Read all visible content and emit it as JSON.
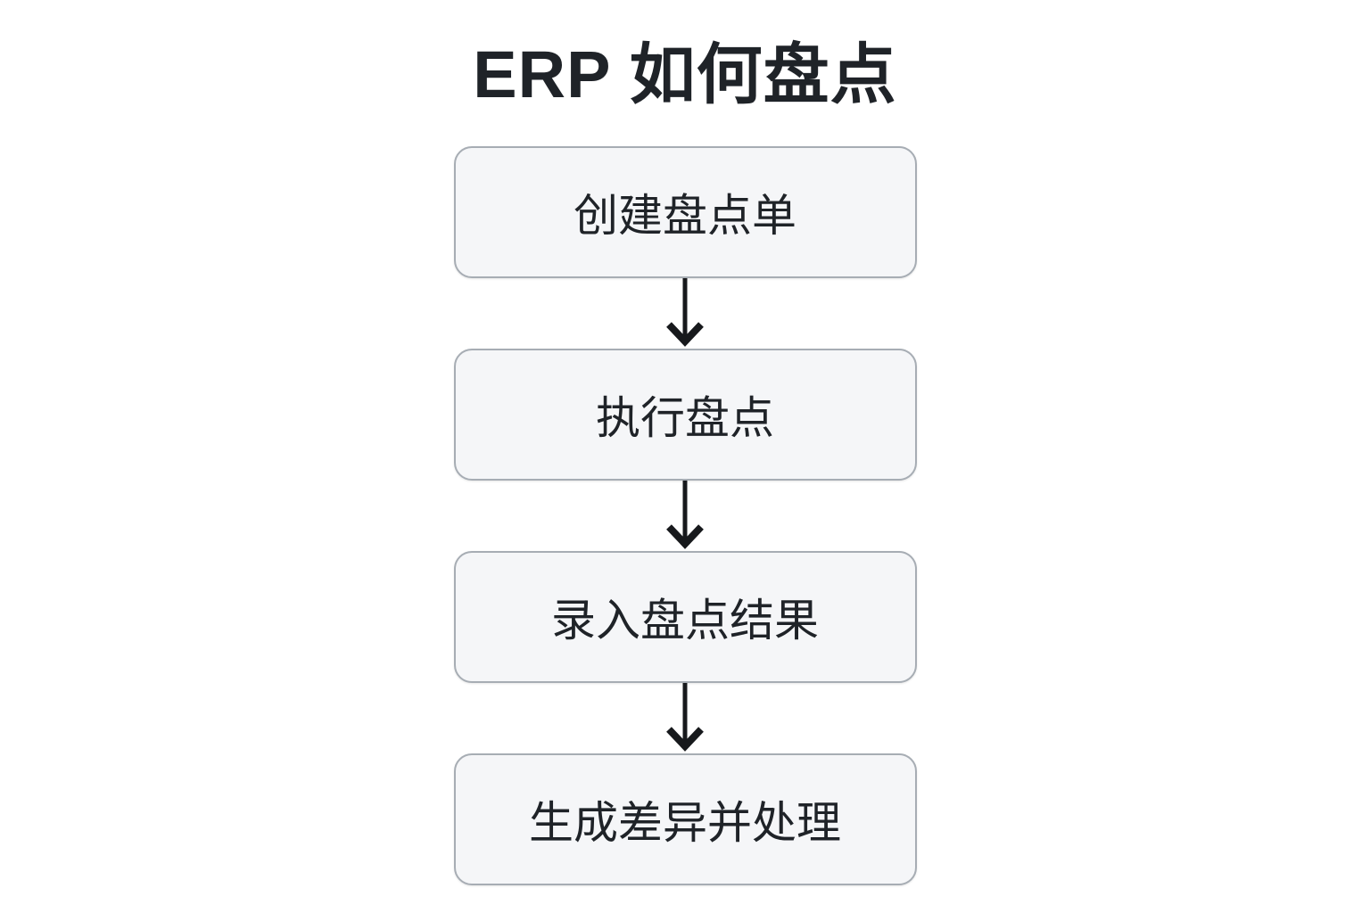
{
  "title": "ERP 如何盘点",
  "flowchart": {
    "type": "flowchart",
    "direction": "top-down",
    "steps": [
      {
        "order": 1,
        "label": "创建盘点单"
      },
      {
        "order": 2,
        "label": "执行盘点"
      },
      {
        "order": 3,
        "label": "录入盘点结果"
      },
      {
        "order": 4,
        "label": "生成差异并处理"
      }
    ],
    "connections": [
      {
        "from": 1,
        "to": 2,
        "style": "arrow-down"
      },
      {
        "from": 2,
        "to": 3,
        "style": "arrow-down"
      },
      {
        "from": 3,
        "to": 4,
        "style": "arrow-down"
      }
    ]
  },
  "theme": {
    "background": "#ffffff",
    "node_fill": "#f5f6f8",
    "node_border": "#a7adb4",
    "text_color": "#1f2328",
    "arrow_color": "#17191c"
  }
}
